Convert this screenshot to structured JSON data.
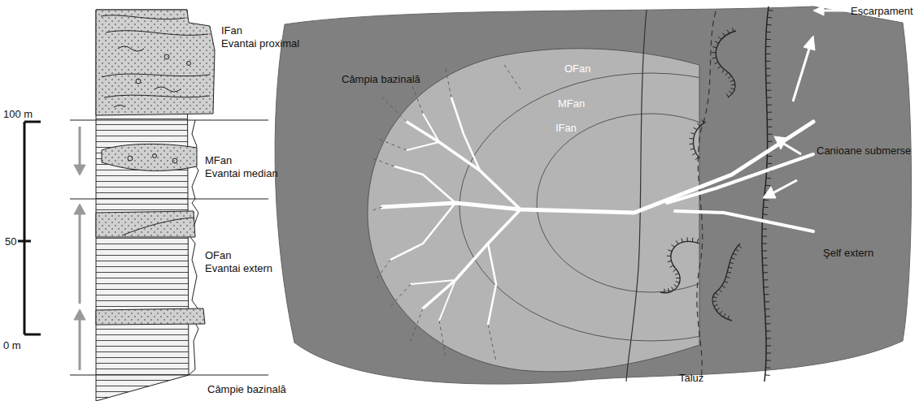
{
  "diagram": {
    "labels": [
      "IFan",
      "Evantai proximal",
      "100 m",
      "MFan",
      "Evantai median",
      "50",
      "OFan",
      "Evantai extern",
      "0 m",
      "Câmpie bazinală",
      "Câmpia bazinală",
      "OFan",
      "MFan",
      "IFan",
      "Escarpament",
      "Canioane submerse",
      "Şelf extern",
      "Taluz"
    ]
  }
}
